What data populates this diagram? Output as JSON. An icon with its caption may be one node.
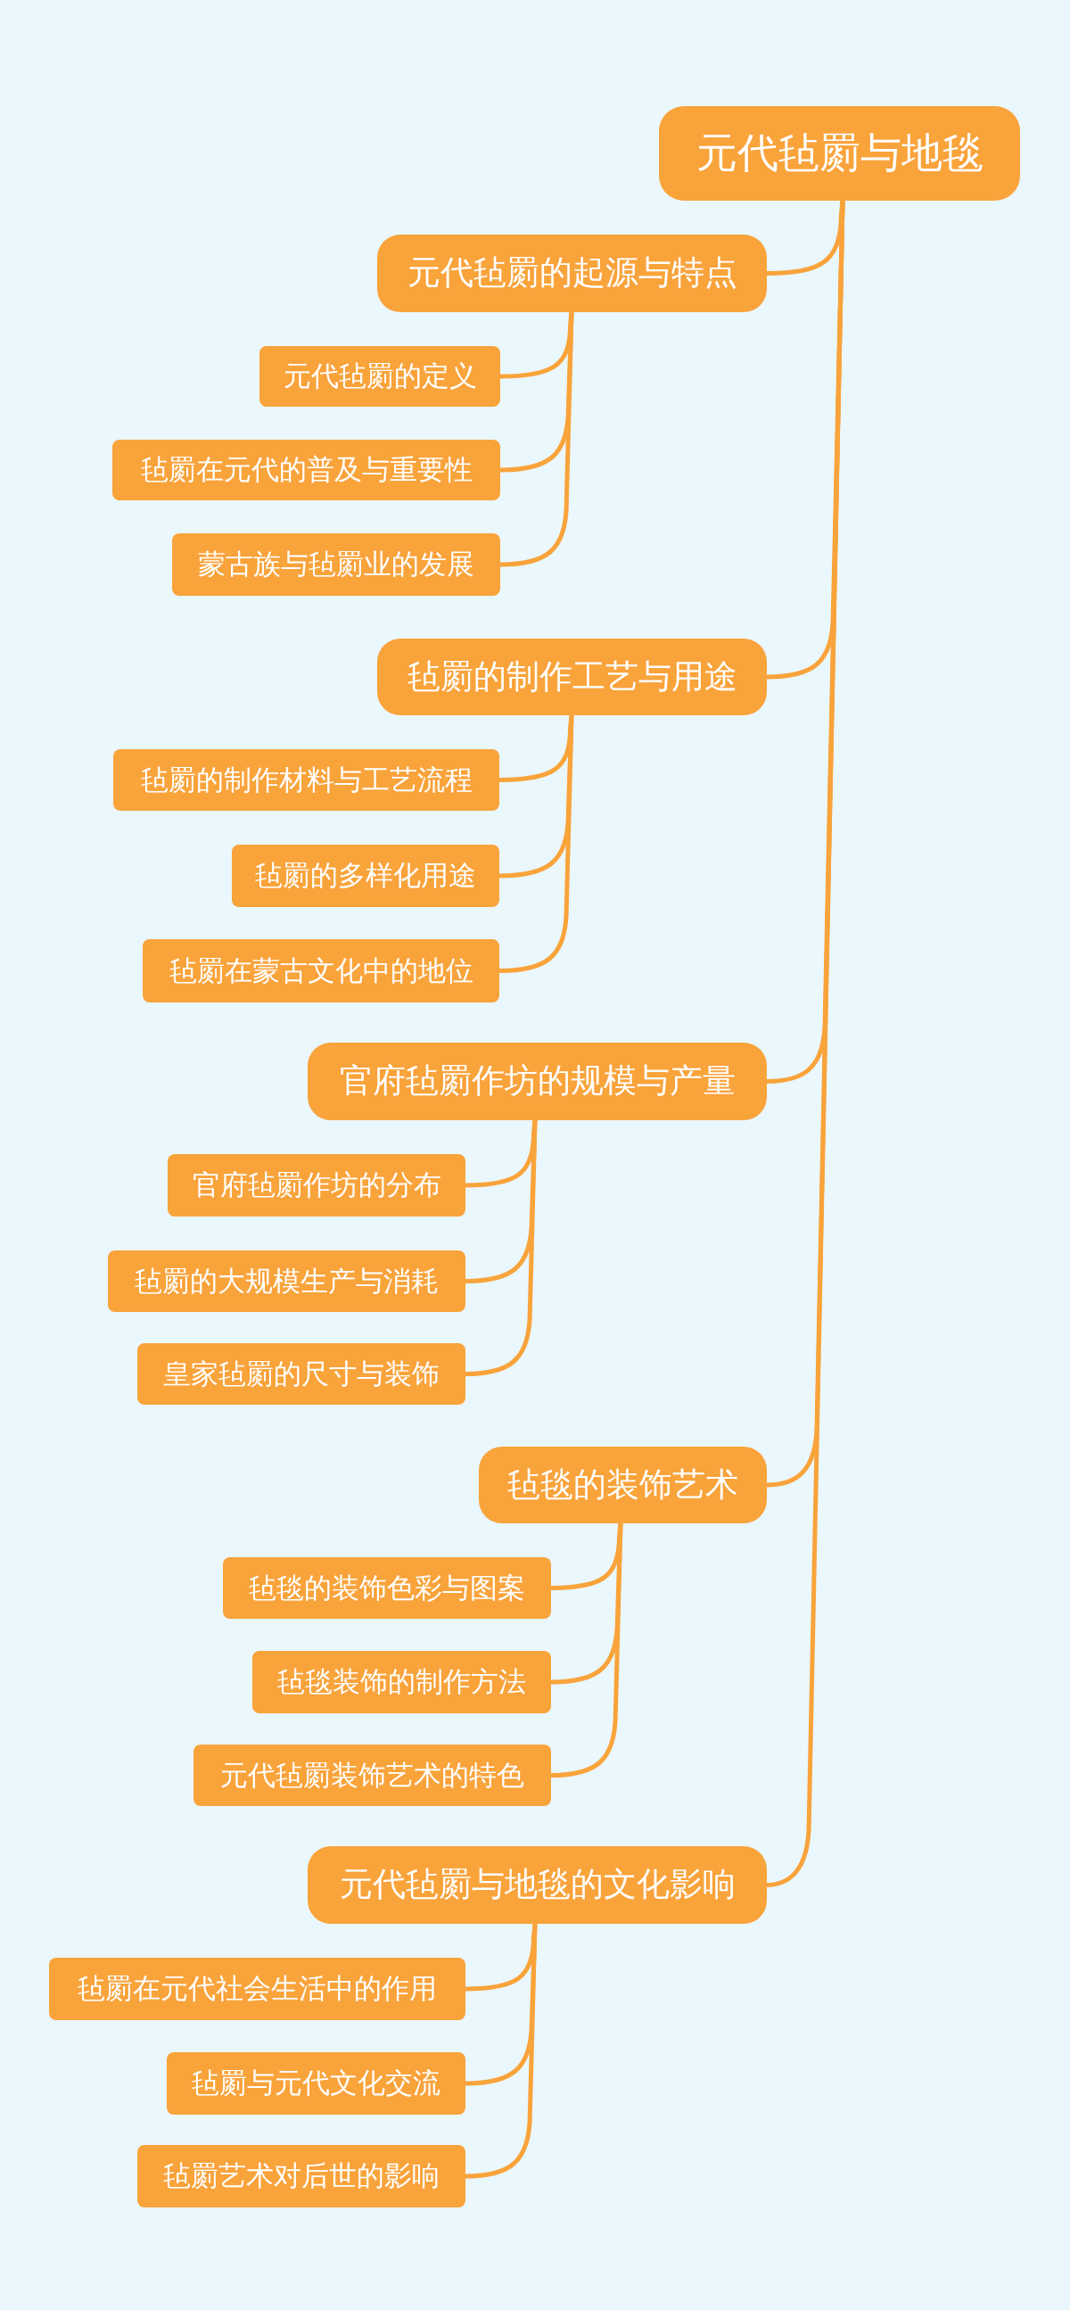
{
  "diagram": {
    "nodes": [
      {
        "text": [
          "元代毡罽与地毯"
        ]
      },
      {
        "text": [
          "元代毡罽的起源与特点"
        ]
      },
      {
        "text": [
          "元代毡罽的定义"
        ]
      },
      {
        "text": [
          "毡罽在元代的普及与重要性"
        ]
      },
      {
        "text": [
          "蒙古族与毡罽业的发展"
        ]
      },
      {
        "text": [
          "毡罽的制作工艺与用途"
        ]
      },
      {
        "text": [
          "毡罽的制作材料与工艺流程"
        ]
      },
      {
        "text": [
          "毡罽的多样化用途"
        ]
      },
      {
        "text": [
          "毡罽在蒙古文化中的地位"
        ]
      },
      {
        "text": [
          "官府毡罽作坊的规模与产量"
        ]
      },
      {
        "text": [
          "官府毡罽作坊的分布"
        ]
      },
      {
        "text": [
          "毡罽的大规模生产与消耗"
        ]
      },
      {
        "text": [
          "皇家毡罽的尺寸与装饰"
        ]
      },
      {
        "text": [
          "毡毯的装饰艺术"
        ]
      },
      {
        "text": [
          "毡毯的装饰色彩与图案"
        ]
      },
      {
        "text": [
          "毡毯装饰的制作方法"
        ]
      },
      {
        "text": [
          "元代毡罽装饰艺术的特色"
        ]
      },
      {
        "text": [
          "元代毡罽与地毯的文化影响"
        ]
      },
      {
        "text": [
          "毡罽在元代社会生活中的作用"
        ]
      },
      {
        "text": [
          "毡罽与元代文化交流"
        ]
      },
      {
        "text": [
          "毡罽艺术对后世的影响"
        ]
      }
    ],
    "edges": [
      {
        "from": 0,
        "to": 1,
        "arrow": "none"
      },
      {
        "from": 1,
        "to": 2,
        "arrow": "none"
      },
      {
        "from": 1,
        "to": 3,
        "arrow": "none"
      },
      {
        "from": 1,
        "to": 4,
        "arrow": "none"
      },
      {
        "from": 0,
        "to": 5,
        "arrow": "none"
      },
      {
        "from": 5,
        "to": 6,
        "arrow": "none"
      },
      {
        "from": 5,
        "to": 7,
        "arrow": "none"
      },
      {
        "from": 5,
        "to": 8,
        "arrow": "none"
      },
      {
        "from": 0,
        "to": 9,
        "arrow": "none"
      },
      {
        "from": 9,
        "to": 10,
        "arrow": "none"
      },
      {
        "from": 9,
        "to": 11,
        "arrow": "none"
      },
      {
        "from": 9,
        "to": 12,
        "arrow": "none"
      },
      {
        "from": 0,
        "to": 13,
        "arrow": "none"
      },
      {
        "from": 13,
        "to": 14,
        "arrow": "none"
      },
      {
        "from": 13,
        "to": 15,
        "arrow": "none"
      },
      {
        "from": 13,
        "to": 16,
        "arrow": "none"
      },
      {
        "from": 0,
        "to": 17,
        "arrow": "none"
      },
      {
        "from": 17,
        "to": 18,
        "arrow": "none"
      },
      {
        "from": 17,
        "to": 19,
        "arrow": "none"
      },
      {
        "from": 17,
        "to": 20,
        "arrow": "none"
      }
    ]
  }
}
